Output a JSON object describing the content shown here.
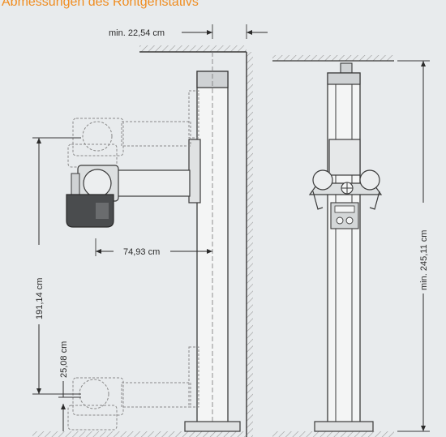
{
  "title": "Abmessungen des Röntgenstativs",
  "dimensions": {
    "ceiling_gap": "min. 22,54 cm",
    "horizontal_reach": "74,93 cm",
    "vertical_travel": "191,14 cm",
    "floor_height": "25,08 cm",
    "total_height": "min. 245,11 cm"
  },
  "colors": {
    "background": "#e8ebed",
    "title": "#f08c1f",
    "line": "#3a3a3a",
    "outline_dashed": "#8a8a8a"
  }
}
